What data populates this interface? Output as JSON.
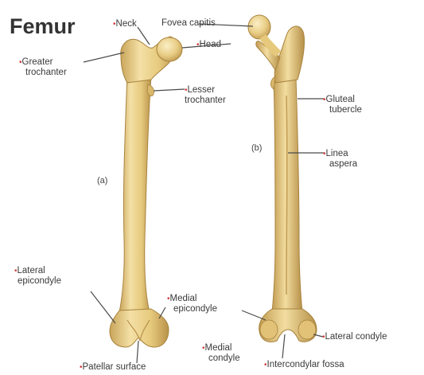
{
  "title": "Femur",
  "views": [
    "(a)",
    "(b)"
  ],
  "labels": {
    "neck": "Neck",
    "fovea": "Fovea capitis",
    "head": "Head",
    "greater_1": "Greater",
    "greater_2": "trochanter",
    "lesser_1": "Lesser",
    "lesser_2": "trochanter",
    "gluteal_1": "Gluteal",
    "gluteal_2": "tubercle",
    "linea_1": "Linea",
    "linea_2": "aspera",
    "lat_epi_1": "Lateral",
    "lat_epi_2": "epicondyle",
    "med_epi_1": "Medial",
    "med_epi_2": "epicondyle",
    "lateral_condyle": "Lateral condyle",
    "med_con_1": "Medial",
    "med_con_2": "condyle",
    "intercondylar": "Intercondylar fossa",
    "patellar": "Patellar surface"
  },
  "colors": {
    "bone_fill": "#e9cf86",
    "bone_shadow": "#c9a55a",
    "bone_highlight": "#f7e7b4",
    "leader": "#4a4a4a",
    "bullet": "#d23c3c"
  }
}
